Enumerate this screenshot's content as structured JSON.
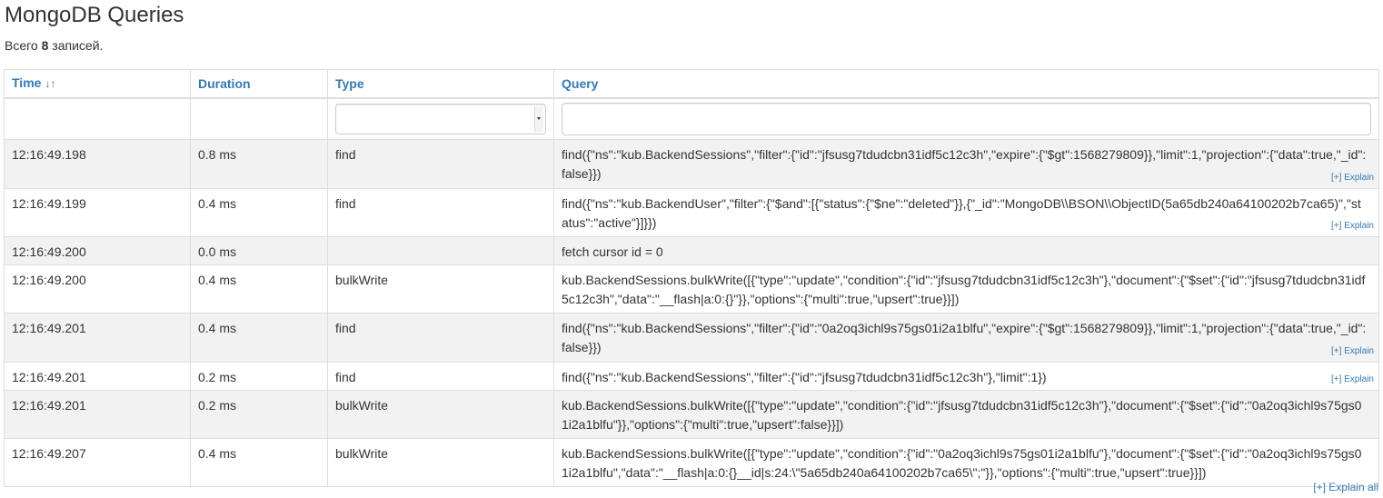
{
  "page": {
    "title": "MongoDB Queries",
    "summary_prefix": "Всего ",
    "summary_count": "8",
    "summary_suffix": " записей."
  },
  "table": {
    "columns": [
      {
        "label": "Time",
        "sortable": true,
        "sorted": "ascending",
        "icon": "sort-numeric-asc-icon"
      },
      {
        "label": "Duration",
        "sortable": true
      },
      {
        "label": "Type",
        "sortable": true
      },
      {
        "label": "Query",
        "sortable": true
      }
    ],
    "filters": {
      "type_selected": "",
      "query_value": "",
      "query_placeholder": ""
    },
    "rows": [
      {
        "time": "12:16:49.198",
        "duration": "0.8 ms",
        "type": "find",
        "query": "find({\"ns\":\"kub.BackendSessions\",\"filter\":{\"id\":\"jfsusg7tdudcbn31idf5c12c3h\",\"expire\":{\"$gt\":1568279809}},\"limit\":1,\"projection\":{\"data\":true,\"_id\":false}})",
        "explain": "[+] Explain"
      },
      {
        "time": "12:16:49.199",
        "duration": "0.4 ms",
        "type": "find",
        "query": "find({\"ns\":\"kub.BackendUser\",\"filter\":{\"$and\":[{\"status\":{\"$ne\":\"deleted\"}},{\"_id\":\"MongoDB\\\\BSON\\\\ObjectID(5a65db240a64100202b7ca65)\",\"status\":\"active\"}]}})",
        "explain": "[+] Explain"
      },
      {
        "time": "12:16:49.200",
        "duration": "0.0 ms",
        "type": "",
        "query": "fetch cursor id = 0",
        "explain": ""
      },
      {
        "time": "12:16:49.200",
        "duration": "0.4 ms",
        "type": "bulkWrite",
        "query": "kub.BackendSessions.bulkWrite([{\"type\":\"update\",\"condition\":{\"id\":\"jfsusg7tdudcbn31idf5c12c3h\"},\"document\":{\"$set\":{\"id\":\"jfsusg7tdudcbn31idf5c12c3h\",\"data\":\"__flash|a:0:{}\"}},\"options\":{\"multi\":true,\"upsert\":true}}])",
        "explain": ""
      },
      {
        "time": "12:16:49.201",
        "duration": "0.4 ms",
        "type": "find",
        "query": "find({\"ns\":\"kub.BackendSessions\",\"filter\":{\"id\":\"0a2oq3ichl9s75gs01i2a1blfu\",\"expire\":{\"$gt\":1568279809}},\"limit\":1,\"projection\":{\"data\":true,\"_id\":false}})",
        "explain": "[+] Explain"
      },
      {
        "time": "12:16:49.201",
        "duration": "0.2 ms",
        "type": "find",
        "query": "find({\"ns\":\"kub.BackendSessions\",\"filter\":{\"id\":\"jfsusg7tdudcbn31idf5c12c3h\"},\"limit\":1})",
        "explain": "[+] Explain"
      },
      {
        "time": "12:16:49.201",
        "duration": "0.2 ms",
        "type": "bulkWrite",
        "query": "kub.BackendSessions.bulkWrite([{\"type\":\"update\",\"condition\":{\"id\":\"jfsusg7tdudcbn31idf5c12c3h\"},\"document\":{\"$set\":{\"id\":\"0a2oq3ichl9s75gs01i2a1blfu\"}},\"options\":{\"multi\":true,\"upsert\":false}}])",
        "explain": ""
      },
      {
        "time": "12:16:49.207",
        "duration": "0.4 ms",
        "type": "bulkWrite",
        "query": "kub.BackendSessions.bulkWrite([{\"type\":\"update\",\"condition\":{\"id\":\"0a2oq3ichl9s75gs01i2a1blfu\"},\"document\":{\"$set\":{\"id\":\"0a2oq3ichl9s75gs01i2a1blfu\",\"data\":\"__flash|a:0:{}__id|s:24:\\\"5a65db240a64100202b7ca65\\\";\"}},\"options\":{\"multi\":true,\"upsert\":true}}])",
        "explain": ""
      }
    ]
  },
  "footer": {
    "explain_all": "[+] Explain all"
  },
  "colors": {
    "link": "#337ab7",
    "stripe": "#f2f2f2",
    "border": "#dddddd",
    "text": "#333333"
  }
}
